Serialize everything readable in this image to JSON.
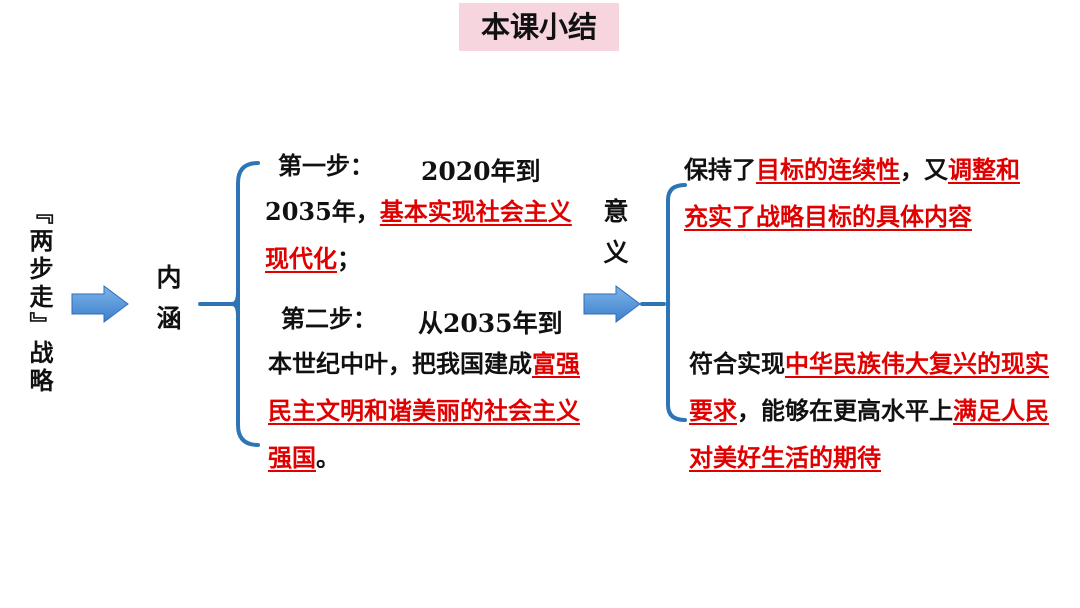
{
  "title": "本课小结",
  "topic": "『两步走』战略",
  "content_label": "内涵",
  "significance_label": "意义",
  "step1": {
    "label": "第一步：",
    "year": "2020年到",
    "body_prefix": "2035年，",
    "body_highlight": "基本实现社会主义现代化",
    "body_suffix": "；"
  },
  "step2": {
    "label": "第二步：",
    "year": "从2035年到",
    "body_prefix": "本世纪中叶，把我国建成",
    "body_highlight": "富强民主文明和谐美丽的社会主义强国",
    "body_suffix": "。"
  },
  "significance": [
    {
      "prefix": "保持了",
      "highlight1": "目标的连续性",
      "middle": "，又",
      "highlight2": "调整和充实了战略目标的具体内容"
    },
    {
      "prefix": "符合实现",
      "highlight1": "中华民族伟大复兴的现实要求",
      "middle": "，能够在更高水平上",
      "highlight2": "满足人民对美好生活的期待"
    }
  ],
  "colors": {
    "highlight": "#e00000",
    "bracket": "#2e75b6",
    "arrow": "#4a90d9",
    "title_bg": "#f6d5df"
  }
}
